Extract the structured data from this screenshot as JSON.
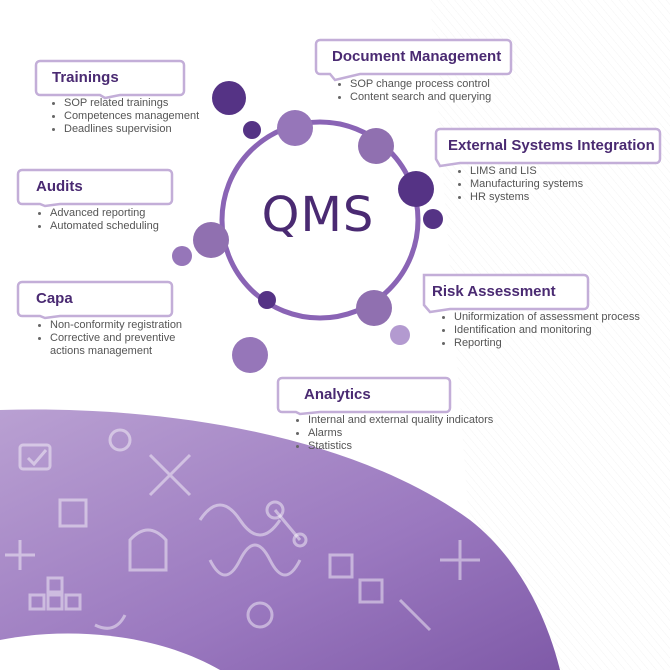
{
  "center": {
    "title": "QMS"
  },
  "colors": {
    "dark_purple": "#553385",
    "mid_purple": "#9070b0",
    "light_purple": "#c3aed8",
    "text_title": "#4a2a72"
  },
  "modules": [
    {
      "id": "trainings",
      "title": "Trainings",
      "items": [
        "SOP related trainings",
        "Competences management",
        "Deadlines supervision"
      ]
    },
    {
      "id": "document-management",
      "title": "Document Management",
      "items": [
        "SOP change process control",
        "Content search and querying"
      ]
    },
    {
      "id": "external-systems",
      "title": "External Systems Integration",
      "items": [
        "LIMS and LIS",
        "Manufacturing systems",
        "HR systems"
      ]
    },
    {
      "id": "audits",
      "title": "Audits",
      "items": [
        "Advanced reporting",
        "Automated scheduling"
      ]
    },
    {
      "id": "capa",
      "title": "Capa",
      "items": [
        "Non-conformity registration",
        "Corrective and preventive actions management"
      ]
    },
    {
      "id": "risk-assessment",
      "title": "Risk Assessment",
      "items": [
        "Uniformization of assessment process",
        "Identification and monitoring",
        "Reporting"
      ]
    },
    {
      "id": "analytics",
      "title": "Analytics",
      "items": [
        "Internal and external quality indicators",
        "Alarms",
        "Statistics"
      ]
    }
  ]
}
